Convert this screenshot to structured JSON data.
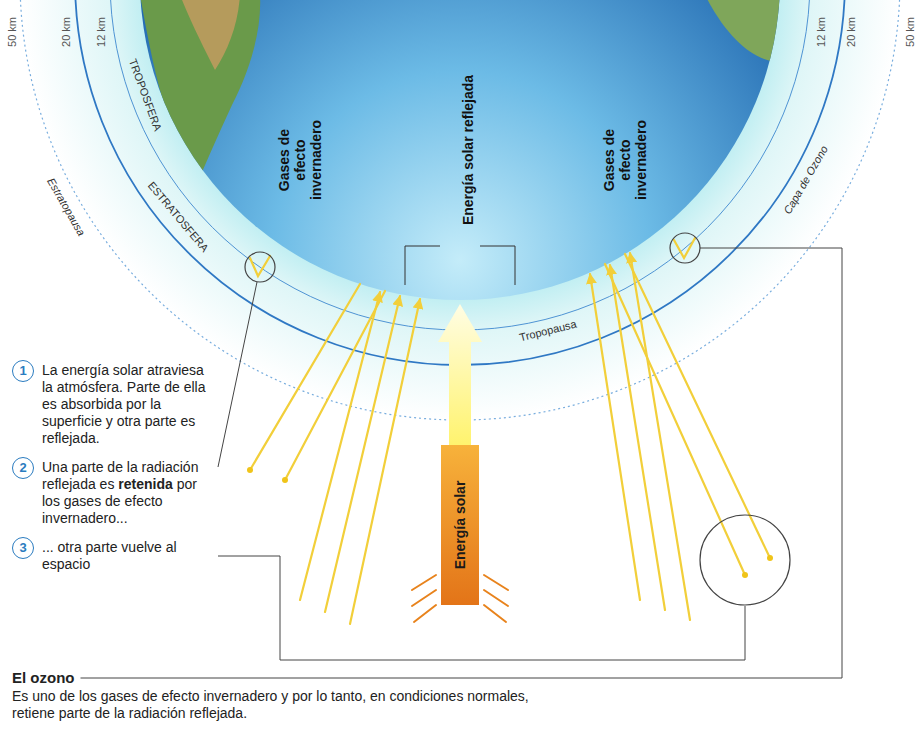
{
  "diagram": {
    "nodes": [
      {
        "text": [
          "Energía solar"
        ]
      },
      {
        "text": [
          "1"
        ]
      },
      {
        "text": [
          "2"
        ]
      },
      {
        "text": [
          "3"
        ]
      }
    ],
    "labels": [
      "50 km",
      "20 km",
      "12 km",
      "12 km",
      "20 km",
      "50 km",
      "Estratopausa",
      "TROPOSFERA",
      "ESTRATOSFERA",
      "Tropopausa",
      "Capa de Ozono",
      "Gases de efecto invernadero",
      "Energía solar reflejada",
      "Gases de efecto invernadero",
      "La energía solar atraviesa la atmósfera. Parte de ella es absorbida por la superficie y otra parte es reflejada.",
      "Una parte de la radiación reflejada es",
      "retenida",
      "por los gases de efecto invernadero...",
      "... otra parte vuelve al espacio",
      "El ozono",
      "Es uno de los gases de efecto invernadero y por lo tanto, en condiciones normales, retiene parte de la radiación reflejada."
    ]
  }
}
